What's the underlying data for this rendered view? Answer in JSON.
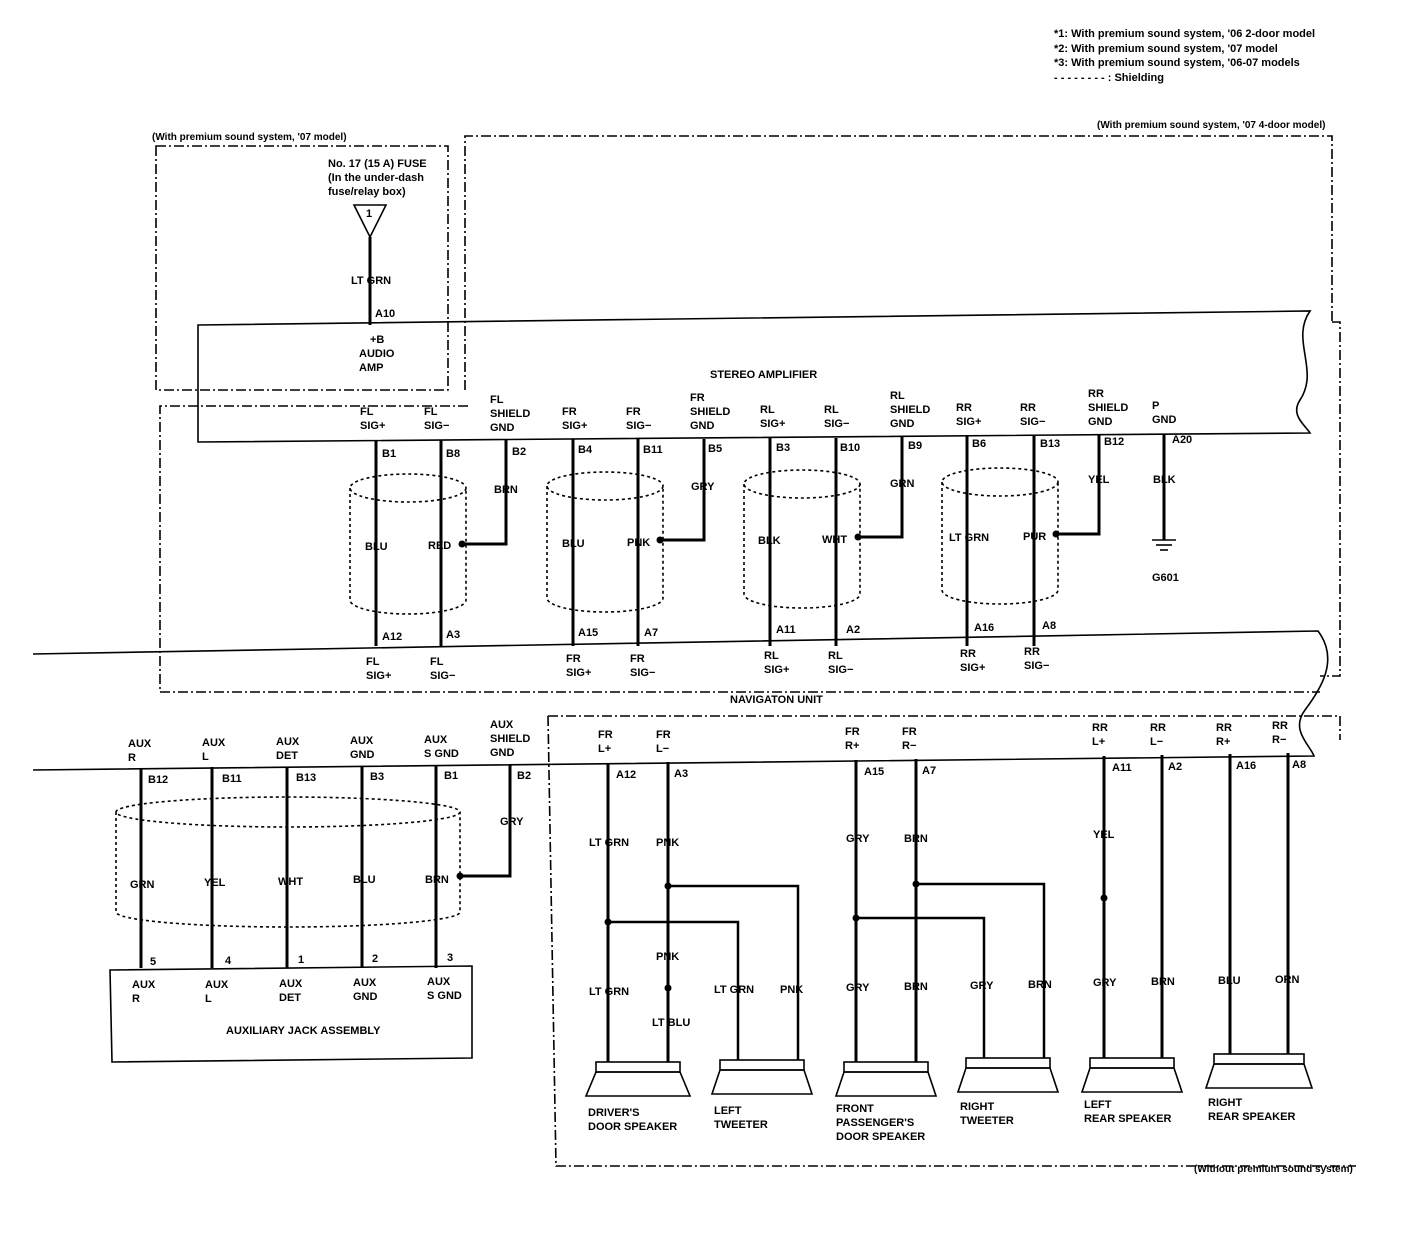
{
  "notes": {
    "n1": "*1: With premium sound system, '06 2-door model",
    "n2": "*2: With premium sound system, '07 model",
    "n3": "*3: With premium sound system, '06-07 models",
    "n4": "- - - - - - - - : Shielding"
  },
  "regions": {
    "premium_07": "(With premium sound system, '07 model)",
    "premium_07_4door": "(With premium sound system, '07 4-door model)",
    "without_premium": "(Without premium sound system)"
  },
  "fuse": {
    "l1": "No. 17 (15 A) FUSE",
    "l2": "(In the under-dash",
    "l3": "fuse/relay box)",
    "num": "1",
    "wire": "LT GRN",
    "pin": "A10"
  },
  "amplifier": {
    "title": "STEREO AMPLIFIER",
    "power": [
      "+B",
      "AUDIO",
      "AMP"
    ],
    "terminals": [
      {
        "l1": "FL",
        "l2": "SIG+",
        "pin": "B1",
        "color": "BLU",
        "bottom_pin": "A12"
      },
      {
        "l1": "FL",
        "l2": "SIG−",
        "pin": "B8",
        "color": "RED",
        "bottom_pin": "A3"
      },
      {
        "l1": "FL",
        "l2": "SHIELD",
        "l3": "GND",
        "pin": "B2",
        "color": "BRN"
      },
      {
        "l1": "FR",
        "l2": "SIG+",
        "pin": "B4",
        "color": "BLU",
        "bottom_pin": "A15"
      },
      {
        "l1": "FR",
        "l2": "SIG−",
        "pin": "B11",
        "color": "PNK",
        "bottom_pin": "A7"
      },
      {
        "l1": "FR",
        "l2": "SHIELD",
        "l3": "GND",
        "pin": "B5",
        "color": "GRY"
      },
      {
        "l1": "RL",
        "l2": "SIG+",
        "pin": "B3",
        "color": "BLK",
        "bottom_pin": "A11"
      },
      {
        "l1": "RL",
        "l2": "SIG−",
        "pin": "B10",
        "color": "WHT",
        "bottom_pin": "A2"
      },
      {
        "l1": "RL",
        "l2": "SHIELD",
        "l3": "GND",
        "pin": "B9",
        "color": "GRN"
      },
      {
        "l1": "RR",
        "l2": "SIG+",
        "pin": "B6",
        "color": "LT GRN",
        "bottom_pin": "A16"
      },
      {
        "l1": "RR",
        "l2": "SIG−",
        "pin": "B13",
        "color": "PUR",
        "bottom_pin": "A8"
      },
      {
        "l1": "RR",
        "l2": "SHIELD",
        "l3": "GND",
        "pin": "B12",
        "color": "YEL"
      },
      {
        "l1": "P",
        "l2": "GND",
        "pin": "A20",
        "color": "BLK"
      }
    ],
    "ground": "G601"
  },
  "navigation": {
    "title": "NAVIGATON UNIT",
    "mid_labels": [
      {
        "l1": "FL",
        "l2": "SIG+"
      },
      {
        "l1": "FL",
        "l2": "SIG−"
      },
      {
        "l1": "FR",
        "l2": "SIG+"
      },
      {
        "l1": "FR",
        "l2": "SIG−"
      },
      {
        "l1": "RL",
        "l2": "SIG+"
      },
      {
        "l1": "RL",
        "l2": "SIG−"
      },
      {
        "l1": "RR",
        "l2": "SIG+"
      },
      {
        "l1": "RR",
        "l2": "SIG−"
      }
    ],
    "aux_terminals": [
      {
        "l1": "AUX",
        "l2": "R",
        "pin": "B12",
        "color": "GRN",
        "jack_pin": "5"
      },
      {
        "l1": "AUX",
        "l2": "L",
        "pin": "B11",
        "color": "YEL",
        "jack_pin": "4"
      },
      {
        "l1": "AUX",
        "l2": "DET",
        "pin": "B13",
        "color": "WHT",
        "jack_pin": "1"
      },
      {
        "l1": "AUX",
        "l2": "GND",
        "pin": "B3",
        "color": "BLU",
        "jack_pin": "2"
      },
      {
        "l1": "AUX",
        "l2": "S GND",
        "pin": "B1",
        "color": "BRN",
        "jack_pin": "3"
      },
      {
        "l1": "AUX",
        "l2": "SHIELD",
        "l3": "GND",
        "pin": "B2",
        "color": "GRY"
      }
    ],
    "speaker_terminals": [
      {
        "l1": "FR",
        "l2": "L+",
        "pin": "A12",
        "color": "LT GRN"
      },
      {
        "l1": "FR",
        "l2": "L−",
        "pin": "A3",
        "color": "PNK"
      },
      {
        "l1": "FR",
        "l2": "R+",
        "pin": "A15",
        "color": "GRY"
      },
      {
        "l1": "FR",
        "l2": "R−",
        "pin": "A7",
        "color": "BRN"
      },
      {
        "l1": "RR",
        "l2": "L+",
        "pin": "A11",
        "color": "YEL"
      },
      {
        "l1": "RR",
        "l2": "L−",
        "pin": "A2",
        "color": "BRN"
      },
      {
        "l1": "RR",
        "l2": "R+",
        "pin": "A16",
        "color": "BLU"
      },
      {
        "l1": "RR",
        "l2": "R−",
        "pin": "A8",
        "color": "ORN"
      }
    ]
  },
  "aux_jack": {
    "title": "AUXILIARY JACK ASSEMBLY",
    "labels": [
      {
        "l1": "AUX",
        "l2": "R"
      },
      {
        "l1": "AUX",
        "l2": "L"
      },
      {
        "l1": "AUX",
        "l2": "DET"
      },
      {
        "l1": "AUX",
        "l2": "GND"
      },
      {
        "l1": "AUX",
        "l2": "S GND"
      }
    ]
  },
  "speakers": {
    "lower_colors": [
      "LT GRN",
      "LT BLU",
      "LT GRN",
      "PNK",
      "GRY",
      "BRN",
      "GRY",
      "BRN",
      "GRY",
      "BRN",
      "BLU",
      "ORN"
    ],
    "pnk_mid": "PNK",
    "names": [
      {
        "l1": "DRIVER'S",
        "l2": "DOOR SPEAKER"
      },
      {
        "l1": "LEFT",
        "l2": "TWEETER"
      },
      {
        "l1": "FRONT",
        "l2": "PASSENGER'S",
        "l3": "DOOR SPEAKER"
      },
      {
        "l1": "RIGHT",
        "l2": "TWEETER"
      },
      {
        "l1": "LEFT",
        "l2": "REAR SPEAKER"
      },
      {
        "l1": "RIGHT",
        "l2": "REAR SPEAKER"
      }
    ]
  }
}
